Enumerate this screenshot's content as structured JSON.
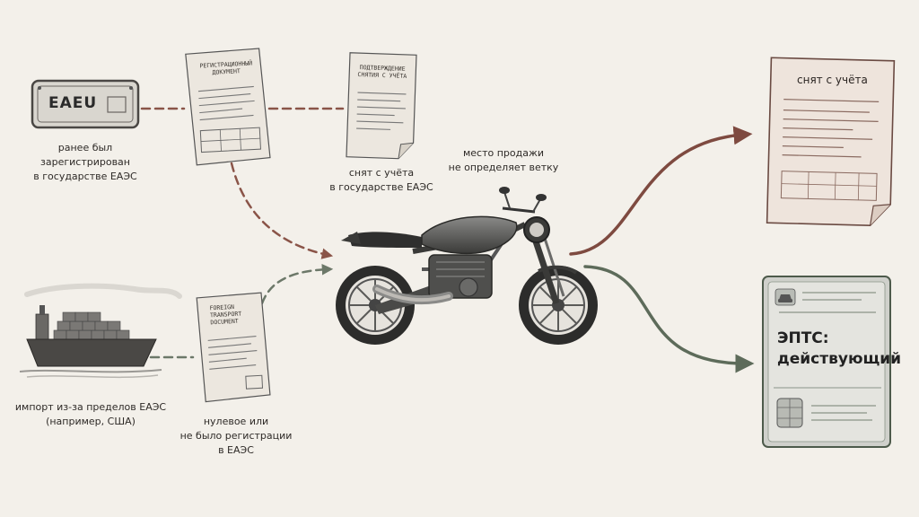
{
  "plate": {
    "text": "EAEU"
  },
  "registration_doc": {
    "line1": "РЕГИСТРАЦИОННЫЙ",
    "line2": "ДОКУМЕНТ"
  },
  "deregistration_doc": {
    "line1": "ПОДТВЕРЖДЕНИЕ",
    "line2": "СНЯТИЯ С УЧЁТА"
  },
  "foreign_doc": {
    "line1": "FOREIGN",
    "line2": "TRANSPORT",
    "line3": "DOCUMENT"
  },
  "labels": {
    "previously_registered": [
      "ранее был",
      "зарегистрирован",
      "в государстве ЕАЭС"
    ],
    "deregistered_in_eaeu": [
      "снят с учёта",
      "в государстве ЕАЭС"
    ],
    "place_of_sale": [
      "место продажи",
      "не определяет ветку"
    ],
    "import": [
      "импорт из-за пределов ЕАЭС",
      "(например, США)"
    ],
    "zero_registration": [
      "нулевое или",
      "не было регистрации",
      "в ЕАЭС"
    ]
  },
  "outcomes": {
    "deregistered_title": "снят с учёта",
    "epts_line1": "ЭПТС:",
    "epts_line2": "действующий"
  },
  "colors": {
    "red_path": "#7e4a40",
    "green_path": "#5d6b5a",
    "paper": "#f3f0ea",
    "document": "#ece7df",
    "red_document": "#eee4dc"
  }
}
